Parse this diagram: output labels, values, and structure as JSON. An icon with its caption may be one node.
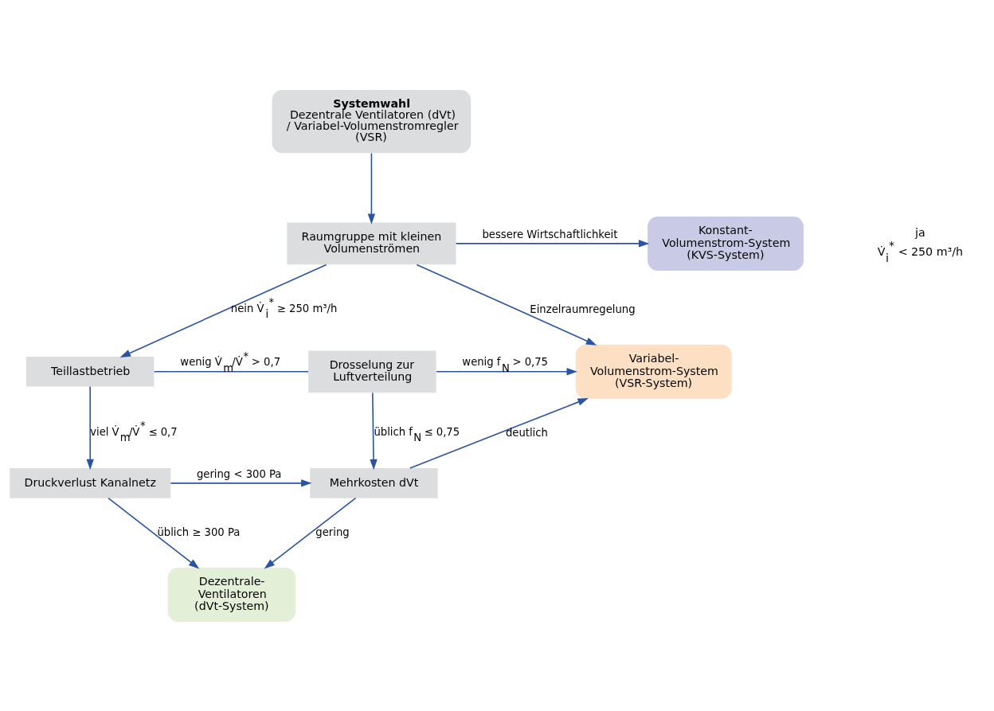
{
  "diagram": {
    "nodes": [
      {
        "text": [
          "Systemwahl",
          "Dezentrale Ventilatoren (dVt) / Variabel-Volumenstromregler (VSR)"
        ]
      },
      {
        "text": [
          "Raumgruppe mit kleinen Volumenströmen"
        ]
      },
      {
        "text": [
          "Konstant- Volumenstrom-System (KVS-System)"
        ]
      },
      {
        "text": [
          "Teillastbetrieb"
        ]
      },
      {
        "text": [
          "Drosselung zur Luftverteilung"
        ]
      },
      {
        "text": [
          "Variabel- Volumenstrom-System (VSR-System)"
        ]
      },
      {
        "text": [
          "Druckverlust Kanalnetz"
        ]
      },
      {
        "text": [
          "Mehrkosten dVt"
        ]
      },
      {
        "text": [
          "Dezentrale- Ventilatoren (dVt-System)"
        ]
      }
    ],
    "edges": [
      {
        "from": 0,
        "to": 1,
        "arrow": "to"
      },
      {
        "from": 1,
        "to": 2,
        "arrow": "to",
        "label": "bessere Wirtschaftlichkeit"
      },
      {
        "from": 1,
        "to": 5,
        "arrow": "to",
        "label": "Einzelraumregelung"
      },
      {
        "from": 1,
        "to": 3,
        "arrow": "to",
        "label": "nein V̇$_{i}$$^{*}$ ≥ 250 m³/h"
      },
      {
        "from": 3,
        "to": 4,
        "arrow": "none",
        "label": "wenig V̇$_{m}$/V̇$^{*}$ > 0,7"
      },
      {
        "from": 3,
        "to": 6,
        "arrow": "to",
        "label": "viel V̇$_{m}$/V̇$^{*}$ ≤ 0,7"
      },
      {
        "from": 4,
        "to": 5,
        "arrow": "to",
        "label": "wenig f$_{N}$ > 0,75"
      },
      {
        "from": 4,
        "to": 7,
        "arrow": "to",
        "label": "üblich f$_{N}$ ≤ 0,75"
      },
      {
        "from": 6,
        "to": 7,
        "arrow": "to",
        "label": "gering < 300 Pa"
      },
      {
        "from": 7,
        "to": 5,
        "arrow": "to",
        "label": "deutlich"
      },
      {
        "from": 6,
        "to": 8,
        "arrow": "to",
        "label": "üblich ≥ 300 Pa"
      },
      {
        "from": 7,
        "to": 8,
        "arrow": "to",
        "label": "gering"
      }
    ],
    "labels": [
      "ja",
      "V̇$_{i}$$^{*}$ < 250 m³/h"
    ]
  }
}
